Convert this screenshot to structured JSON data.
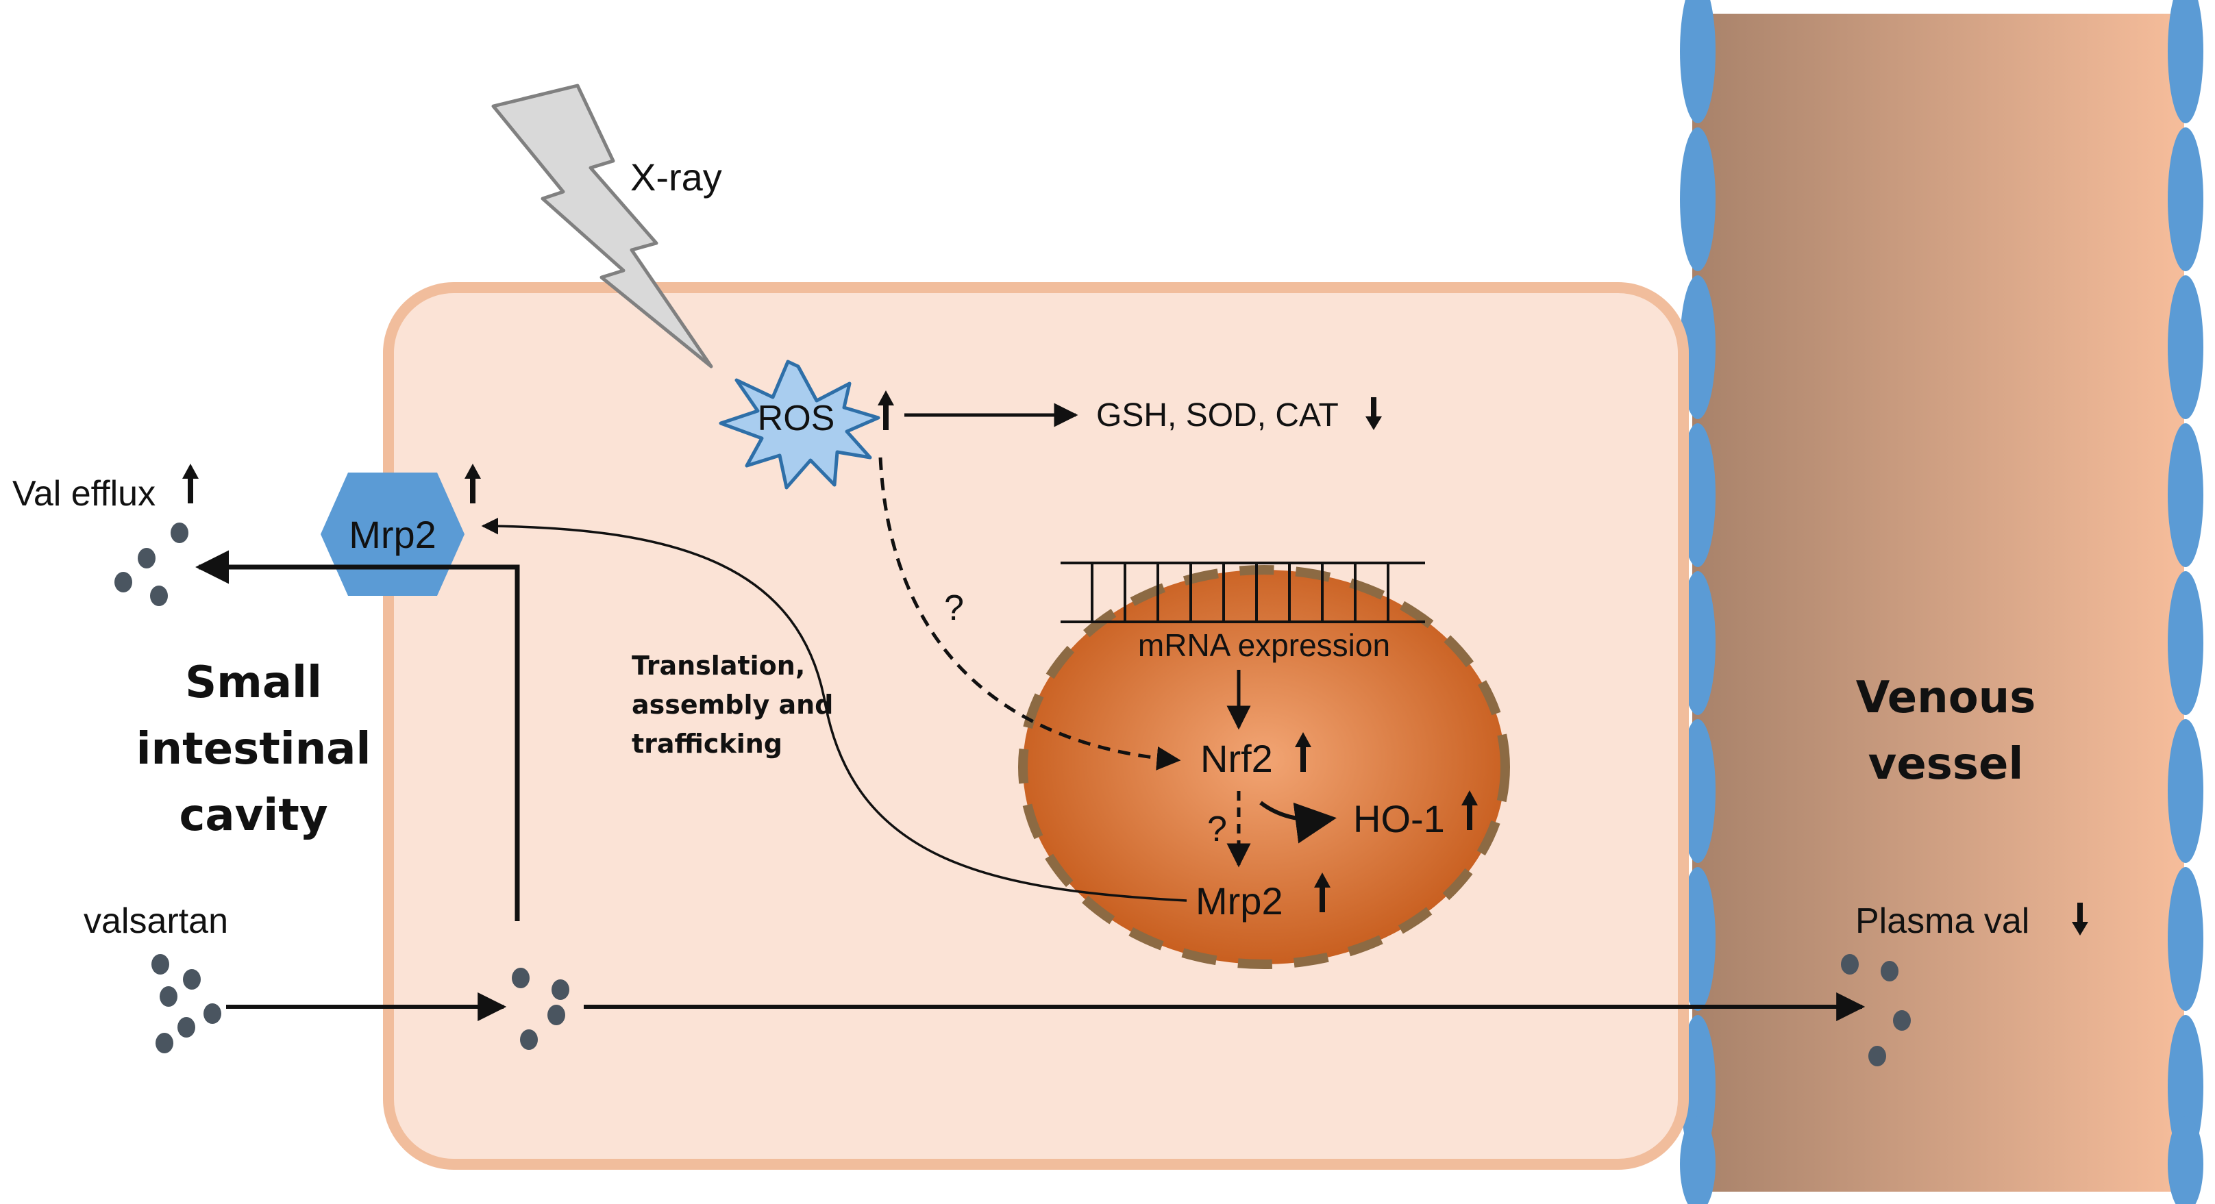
{
  "labels": {
    "xray": "X-ray",
    "ros": "ROS",
    "antioxidants": "GSH, SOD, CAT",
    "val_efflux": "Val efflux",
    "mrp2_transporter": "Mrp2",
    "mrna_expression": "mRNA expression",
    "question_mark": "?",
    "nrf2": "Nrf2",
    "ho1": "HO-1",
    "mrp2_nucleus": "Mrp2",
    "translation_line1": "Translation,",
    "translation_line2": "assembly and",
    "translation_line3": "trafficking",
    "cavity_line1": "Small",
    "cavity_line2": "intestinal",
    "cavity_line3": "cavity",
    "valsartan": "valsartan",
    "venous_line1": "Venous",
    "venous_line2": "vessel",
    "plasma_val": "Plasma val"
  },
  "colors": {
    "cell_fill": "#fbe3d6",
    "cell_border": "#f1bd9c",
    "nucleus_center": "#f2a574",
    "nucleus_edge": "#c65b1b",
    "nucleus_border": "#8c6a43",
    "transporter": "#5b9bd5",
    "ros_fill": "#a9cdef",
    "ros_stroke": "#2e6fa8",
    "vessel_dark": "#a8826a",
    "vessel_light": "#f6bd9b",
    "vessel_cell": "#5b9bd5",
    "drug_particle": "#4a5560",
    "lightning_fill": "#d9d9d9",
    "lightning_stroke": "#808080"
  },
  "indicators": {
    "ros": "up",
    "antioxidants": "down",
    "val_efflux": "up",
    "mrp2_transporter": "up",
    "nrf2": "up",
    "ho1": "up",
    "mrp2_nucleus": "up",
    "plasma_val": "down"
  }
}
